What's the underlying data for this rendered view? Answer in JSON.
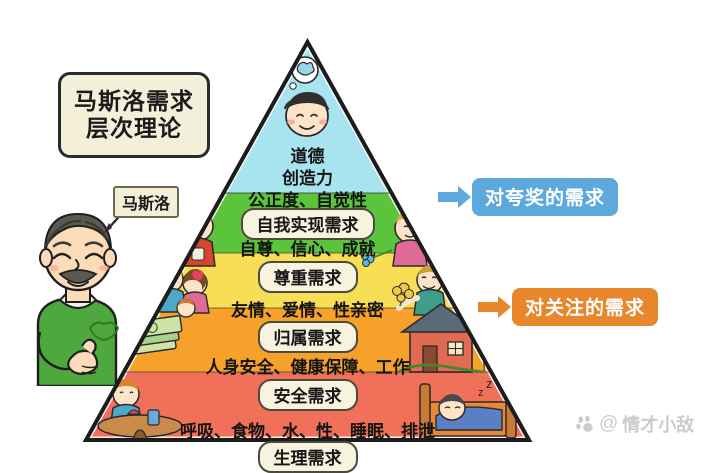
{
  "title_card": {
    "line1": "马斯洛需求",
    "line2": "层次理论"
  },
  "person_tag": {
    "label": "马斯洛"
  },
  "pyramid": {
    "levels": [
      {
        "id": "self-actualization",
        "color": "#a8e4ef",
        "items": [
          "道德",
          "创造力",
          "公正度、自觉性"
        ],
        "pill": "自我实现需求"
      },
      {
        "id": "esteem",
        "color": "#5bc43c",
        "items": [
          "自尊、信心、成就"
        ],
        "pill": "尊重需求"
      },
      {
        "id": "belonging",
        "color": "#f7de55",
        "items": [
          "友情、爱情、性亲密"
        ],
        "pill": "归属需求"
      },
      {
        "id": "safety",
        "color": "#f5a12a",
        "items": [
          "人身安全、健康保障、工作"
        ],
        "pill": "安全需求"
      },
      {
        "id": "physiological",
        "color": "#f0705a",
        "items": [
          "呼吸、食物、水、性、睡眠、排泄"
        ],
        "pill": "生理需求"
      }
    ]
  },
  "callouts": [
    {
      "id": "praise",
      "label": "对夸奖的需求",
      "color": "#5da8dd"
    },
    {
      "id": "attention",
      "label": "对关注的需求",
      "color": "#e8862b"
    }
  ],
  "watermark": {
    "at": "@",
    "handle": "情才小敌"
  }
}
